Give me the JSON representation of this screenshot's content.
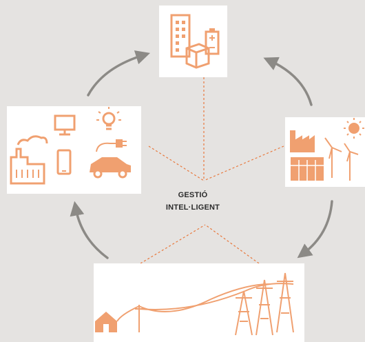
{
  "center": {
    "line1": "GESTIÓ",
    "line2": "INTEL·LIGENT"
  },
  "colors": {
    "background": "#e5e3e1",
    "icon_orange": "#f0a070",
    "dash_orange": "#e8783c",
    "arrow_gray": "#8c8a86"
  },
  "nodes": [
    {
      "id": "storage",
      "icons": [
        "office-building-icon",
        "package-box-icon",
        "battery-icon"
      ]
    },
    {
      "id": "generation",
      "icons": [
        "factory-icon",
        "wind-turbine-icon",
        "sun-icon",
        "solar-panel-icon"
      ]
    },
    {
      "id": "distribution",
      "icons": [
        "house-icon",
        "power-line-icon",
        "transmission-tower-icon"
      ]
    },
    {
      "id": "consumption",
      "icons": [
        "monitor-icon",
        "light-bulb-icon",
        "factory-icon",
        "smartphone-icon",
        "electric-car-icon"
      ]
    }
  ]
}
